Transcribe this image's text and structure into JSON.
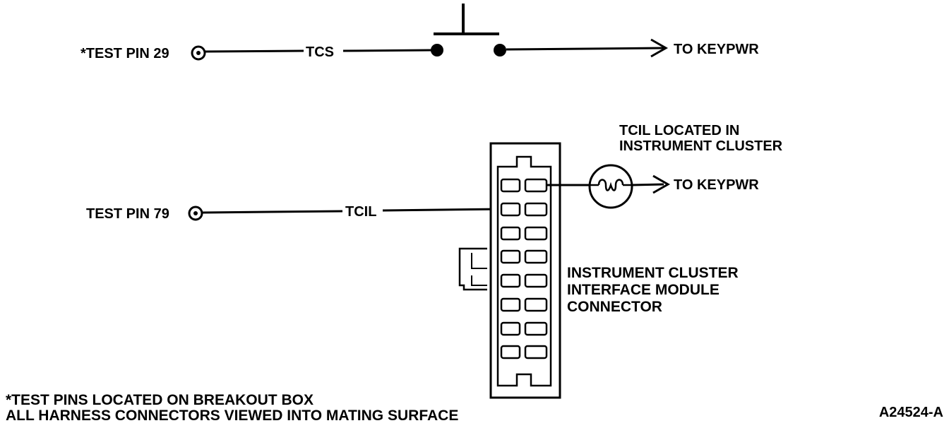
{
  "circuit_top": {
    "test_pin_label": "*TEST PIN 29",
    "wire_label": "TCS",
    "destination_label": "TO KEYPWR"
  },
  "circuit_bottom": {
    "test_pin_label": "TEST PIN 79",
    "wire_label": "TCIL",
    "destination_label": "TO KEYPWR",
    "lamp_note_line1": "TCIL LOCATED IN",
    "lamp_note_line2": "INSTRUMENT CLUSTER"
  },
  "connector": {
    "label_line1": "INSTRUMENT CLUSTER",
    "label_line2": "INTERFACE MODULE",
    "label_line3": "CONNECTOR"
  },
  "footnote": {
    "line1": "*TEST PINS LOCATED ON BREAKOUT BOX",
    "line2": "ALL HARNESS CONNECTORS VIEWED INTO MATING SURFACE"
  },
  "figure_id": "A24524-A"
}
